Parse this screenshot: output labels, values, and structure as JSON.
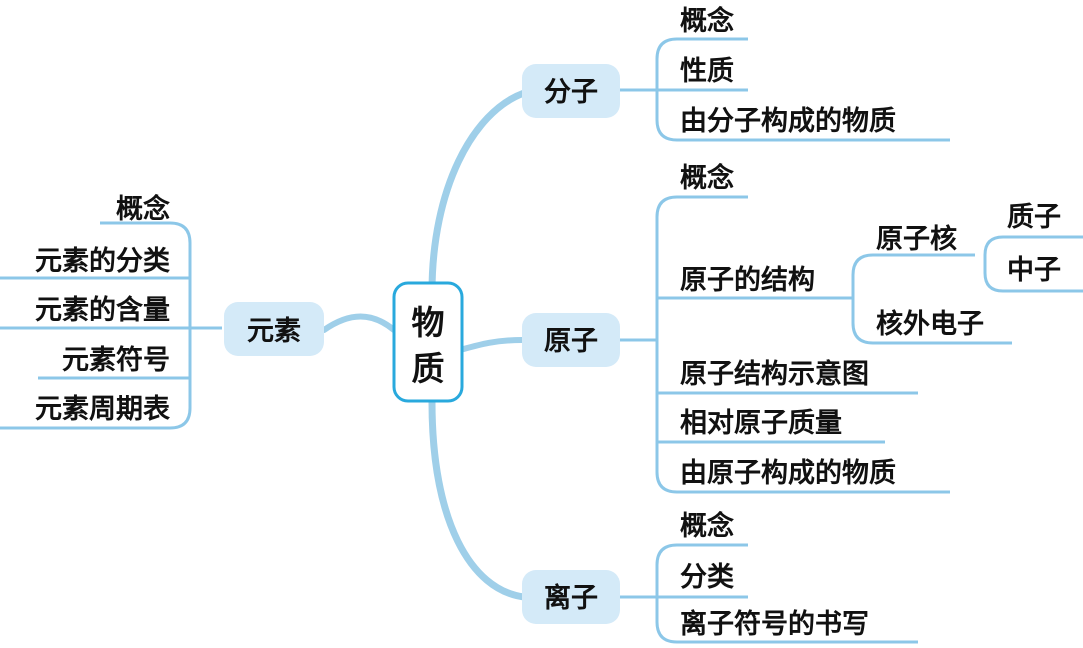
{
  "colors": {
    "line": "#8cc7e8",
    "trunk": "#9fcfe9",
    "box_fill": "#d4eaf8",
    "center_fill": "#ffffff",
    "center_border": "#29a9dd",
    "text": "#111111"
  },
  "center": {
    "label": "物质"
  },
  "branches": {
    "element": {
      "label": "元素",
      "children": [
        "概念",
        "元素的分类",
        "元素的含量",
        "元素符号",
        "元素周期表"
      ]
    },
    "molecule": {
      "label": "分子",
      "children": [
        "概念",
        "性质",
        "由分子构成的物质"
      ]
    },
    "atom": {
      "label": "原子",
      "children": [
        "概念",
        "原子的结构",
        "原子结构示意图",
        "相对原子质量",
        "由原子构成的物质"
      ],
      "structure": {
        "nucleus": "原子核",
        "electrons": "核外电子",
        "nucleus_parts": [
          "质子",
          "中子"
        ]
      }
    },
    "ion": {
      "label": "离子",
      "children": [
        "概念",
        "分类",
        "离子符号的书写"
      ]
    }
  }
}
